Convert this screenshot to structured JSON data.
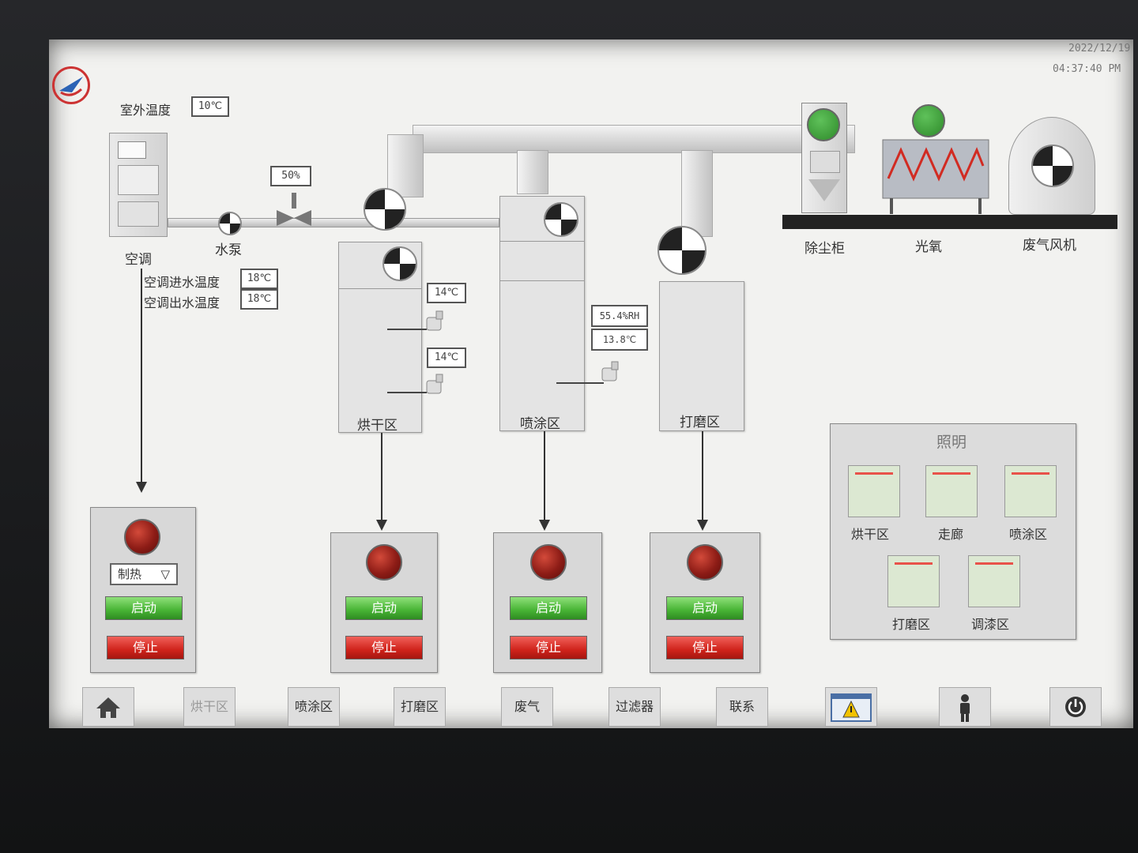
{
  "header": {
    "date": "2022/12/19",
    "time": "04:37:40 PM"
  },
  "outdoor": {
    "label": "室外温度",
    "value": "10℃"
  },
  "ac": {
    "name": "空调",
    "pump_label": "水泵",
    "valve_value": "50%",
    "inlet_label": "空调进水温度",
    "inlet_value": "18℃",
    "outlet_label": "空调出水温度",
    "outlet_value": "18℃",
    "mode": "制热"
  },
  "zones": [
    {
      "name": "烘干区",
      "sensor1": "14℃",
      "sensor2": "14℃"
    },
    {
      "name": "喷涂区",
      "humidity": "55.4%RH",
      "temperature": "13.8℃"
    },
    {
      "name": "打磨区"
    }
  ],
  "exhaust": {
    "dust": "除尘柜",
    "photo": "光氧",
    "fan": "废气风机"
  },
  "controls": {
    "start_label": "启动",
    "stop_label": "停止"
  },
  "lighting": {
    "title": "照明",
    "items": [
      "烘干区",
      "走廊",
      "喷涂区",
      "打磨区",
      "调漆区"
    ]
  },
  "nav": [
    "烘干区",
    "喷涂区",
    "打磨区",
    "废气",
    "过滤器",
    "联系"
  ],
  "colors": {
    "run_green": "#3fa93a",
    "stop_red": "#d0231b",
    "lamp_red": "#8d1c16",
    "light_bar": "#e8524a"
  }
}
